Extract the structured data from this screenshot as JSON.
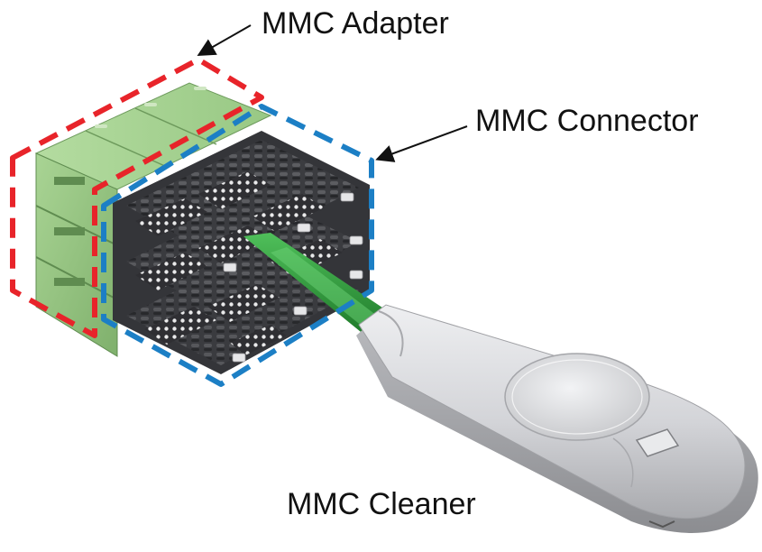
{
  "labels": {
    "adapter": "MMC Adapter",
    "connector": "MMC Connector",
    "cleaner": "MMC Cleaner"
  },
  "colors": {
    "adapter_outline": "#e8242a",
    "connector_outline": "#1c7fc5",
    "adapter_body": "#9cc98a",
    "fiber_cable": "#2e9a3c",
    "cleaner_body": "#d7d8dc",
    "connector_body": "#3a3a3e"
  }
}
